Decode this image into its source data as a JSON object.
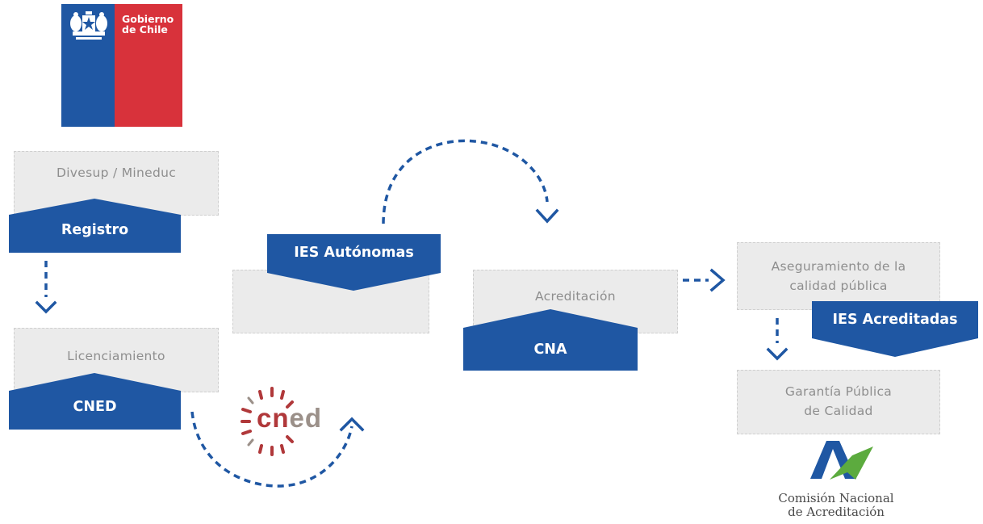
{
  "logos": {
    "gobierno": {
      "line1": "Gobierno",
      "line2": "de Chile"
    },
    "cned": {
      "text_c": "c",
      "text_n": "n",
      "text_ed": "ed"
    },
    "cna": {
      "line1": "Comisión Nacional",
      "line2": "de Acreditación"
    }
  },
  "boxes": {
    "divesup": "Divesup / Mineduc",
    "licenciamiento": "Licenciamiento",
    "acreditacion": "Acreditación",
    "aseguramiento_line1": "Aseguramiento de la",
    "aseguramiento_line2": "calidad pública",
    "garantia_line1": "Garantía Pública",
    "garantia_line2": "de Calidad"
  },
  "labels": {
    "registro": "Registro",
    "cned": "CNED",
    "ies_autonomas": "IES Autónomas",
    "cna": "CNA",
    "ies_acreditadas": "IES Acreditadas"
  },
  "colors": {
    "blue": "#1f57a3",
    "red": "#d8323b",
    "gray_box": "#ebebeb",
    "cned_red": "#b0383a",
    "cned_gray": "#9b9089",
    "cna_green": "#5cab3e"
  }
}
